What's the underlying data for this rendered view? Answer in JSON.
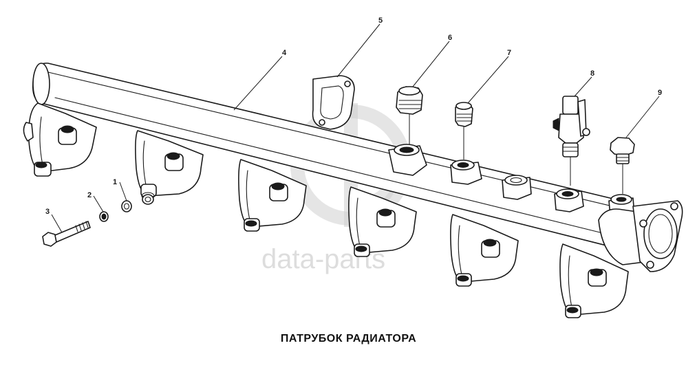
{
  "caption": "ПАТРУБОК РАДИАТОРА",
  "callouts": [
    "1",
    "2",
    "3",
    "4",
    "5",
    "6",
    "7",
    "8",
    "9"
  ],
  "watermark": {
    "text": "data-parts",
    "logo": "data-parts-logo"
  },
  "colors": {
    "line": "#1a1a1a",
    "watermark": "#d0d0d0",
    "background": "#ffffff"
  }
}
